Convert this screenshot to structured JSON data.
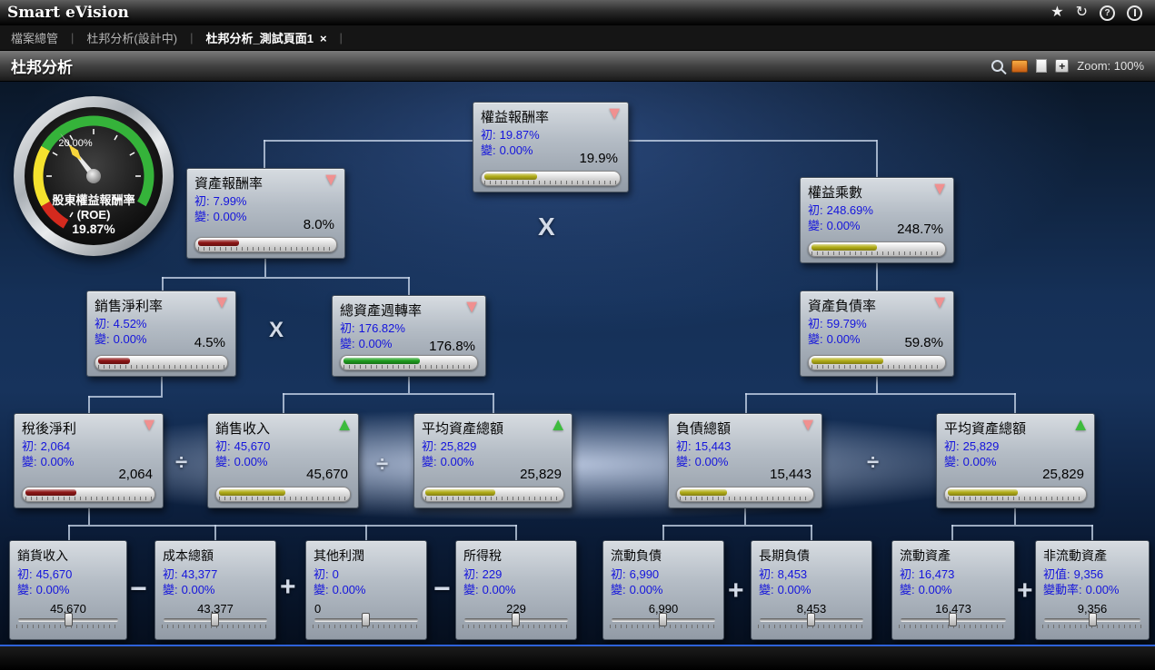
{
  "app": {
    "title": "Smart eVision"
  },
  "topbar": {
    "star": "★",
    "refresh": "↻",
    "help": "?"
  },
  "tabs": {
    "separator": "|",
    "items": [
      {
        "label": "檔案總管"
      },
      {
        "label": "杜邦分析(設計中)"
      },
      {
        "label": "杜邦分析_測試頁面1",
        "close": "×"
      }
    ]
  },
  "titlebar": {
    "title": "杜邦分析",
    "icons": [
      "zoom-search-icon",
      "presentation-icon",
      "document-icon"
    ],
    "zoom_plus": "+",
    "zoom_label": "Zoom: 100%"
  },
  "gauge": {
    "tick_label": "20.00%",
    "title": "股東權益報酬率",
    "subtitle": "(ROE)",
    "value": "19.87%"
  },
  "operators": {
    "mul_top": "X",
    "mul_left": "X",
    "div_left": "÷",
    "div_mid": "÷",
    "div_right": "÷",
    "minus_1": "−",
    "plus_1": "+",
    "minus_2": "−",
    "plus_2": "+",
    "plus_3": "+"
  },
  "nodes": {
    "roe": {
      "title": "權益報酬率",
      "init_label": "初:",
      "init": "19.87%",
      "chg_label": "變:",
      "chg": "0.00%",
      "value": "19.9%",
      "arrow": "▼",
      "arrow_color": "#f09090",
      "bar_color": "#b3ae19",
      "bar_width": "40%"
    },
    "roa": {
      "title": "資產報酬率",
      "init_label": "初:",
      "init": "7.99%",
      "chg_label": "變:",
      "chg": "0.00%",
      "value": "8.0%",
      "arrow": "▼",
      "arrow_color": "#f09090",
      "bar_color": "#8e1616",
      "bar_width": "30%"
    },
    "equity_mult": {
      "title": "權益乘數",
      "init_label": "初:",
      "init": "248.69%",
      "chg_label": "變:",
      "chg": "0.00%",
      "value": "248.7%",
      "arrow": "▼",
      "arrow_color": "#f09090",
      "bar_color": "#b3ae19",
      "bar_width": "50%"
    },
    "profit_margin": {
      "title": "銷售淨利率",
      "init_label": "初:",
      "init": "4.52%",
      "chg_label": "變:",
      "chg": "0.00%",
      "value": "4.5%",
      "arrow": "▼",
      "arrow_color": "#f09090",
      "bar_color": "#8e1616",
      "bar_width": "25%"
    },
    "asset_turnover": {
      "title": "總資產週轉率",
      "init_label": "初:",
      "init": "176.82%",
      "chg_label": "變:",
      "chg": "0.00%",
      "value": "176.8%",
      "arrow": "▼",
      "arrow_color": "#f09090",
      "bar_color": "#1f9e1f",
      "bar_width": "58%"
    },
    "debt_ratio": {
      "title": "資產負債率",
      "init_label": "初:",
      "init": "59.79%",
      "chg_label": "變:",
      "chg": "0.00%",
      "value": "59.8%",
      "arrow": "▼",
      "arrow_color": "#f09090",
      "bar_color": "#b3ae19",
      "bar_width": "55%"
    },
    "net_income": {
      "title": "稅後淨利",
      "init_label": "初:",
      "init": "2,064",
      "chg_label": "變:",
      "chg": "0.00%",
      "value": "2,064",
      "arrow": "▼",
      "arrow_color": "#f09090",
      "bar_color": "#8e1616",
      "bar_width": "40%"
    },
    "sales_revenue": {
      "title": "銷售收入",
      "init_label": "初:",
      "init": "45,670",
      "chg_label": "變:",
      "chg": "0.00%",
      "value": "45,670",
      "arrow": "▲",
      "arrow_color": "#3dbb3d",
      "bar_color": "#b3ae19",
      "bar_width": "52%"
    },
    "avg_assets_l": {
      "title": "平均資產總額",
      "init_label": "初:",
      "init": "25,829",
      "chg_label": "變:",
      "chg": "0.00%",
      "value": "25,829",
      "arrow": "▲",
      "arrow_color": "#3dbb3d",
      "bar_color": "#b3ae19",
      "bar_width": "52%"
    },
    "liabilities": {
      "title": "負債總額",
      "init_label": "初:",
      "init": "15,443",
      "chg_label": "變:",
      "chg": "0.00%",
      "value": "15,443",
      "arrow": "▼",
      "arrow_color": "#f09090",
      "bar_color": "#b3ae19",
      "bar_width": "36%"
    },
    "avg_assets_r": {
      "title": "平均資產總額",
      "init_label": "初:",
      "init": "25,829",
      "chg_label": "變:",
      "chg": "0.00%",
      "value": "25,829",
      "arrow": "▲",
      "arrow_color": "#3dbb3d",
      "bar_color": "#b3ae19",
      "bar_width": "52%"
    }
  },
  "bottom_nodes": {
    "sales": {
      "title": "銷貨收入",
      "init_label": "初:",
      "init": "45,670",
      "chg_label": "變:",
      "chg": "0.00%",
      "value": "45,670",
      "thumb": "46%"
    },
    "cost": {
      "title": "成本總額",
      "init_label": "初:",
      "init": "43,377",
      "chg_label": "變:",
      "chg": "0.00%",
      "value": "43,377",
      "thumb": "46%"
    },
    "other_profit": {
      "title": "其他利潤",
      "init_label": "初:",
      "init": "0",
      "chg_label": "變:",
      "chg": "0.00%",
      "value": "0",
      "thumb": "46%"
    },
    "income_tax": {
      "title": "所得稅",
      "init_label": "初:",
      "init": "229",
      "chg_label": "變:",
      "chg": "0.00%",
      "value": "229",
      "thumb": "46%"
    },
    "cur_liab": {
      "title": "流動負債",
      "init_label": "初:",
      "init": "6,990",
      "chg_label": "變:",
      "chg": "0.00%",
      "value": "6,990",
      "thumb": "46%"
    },
    "lt_liab": {
      "title": "長期負債",
      "init_label": "初:",
      "init": "8,453",
      "chg_label": "變:",
      "chg": "0.00%",
      "value": "8,453",
      "thumb": "46%"
    },
    "cur_assets": {
      "title": "流動資產",
      "init_label": "初:",
      "init": "16,473",
      "chg_label": "變:",
      "chg": "0.00%",
      "value": "16,473",
      "thumb": "46%"
    },
    "noncur_assets": {
      "title": "非流動資產",
      "init_label": "初值:",
      "init": "9,356",
      "chg_label": "變動率:",
      "chg": "0.00%",
      "value": "9,356",
      "thumb": "46%"
    }
  }
}
